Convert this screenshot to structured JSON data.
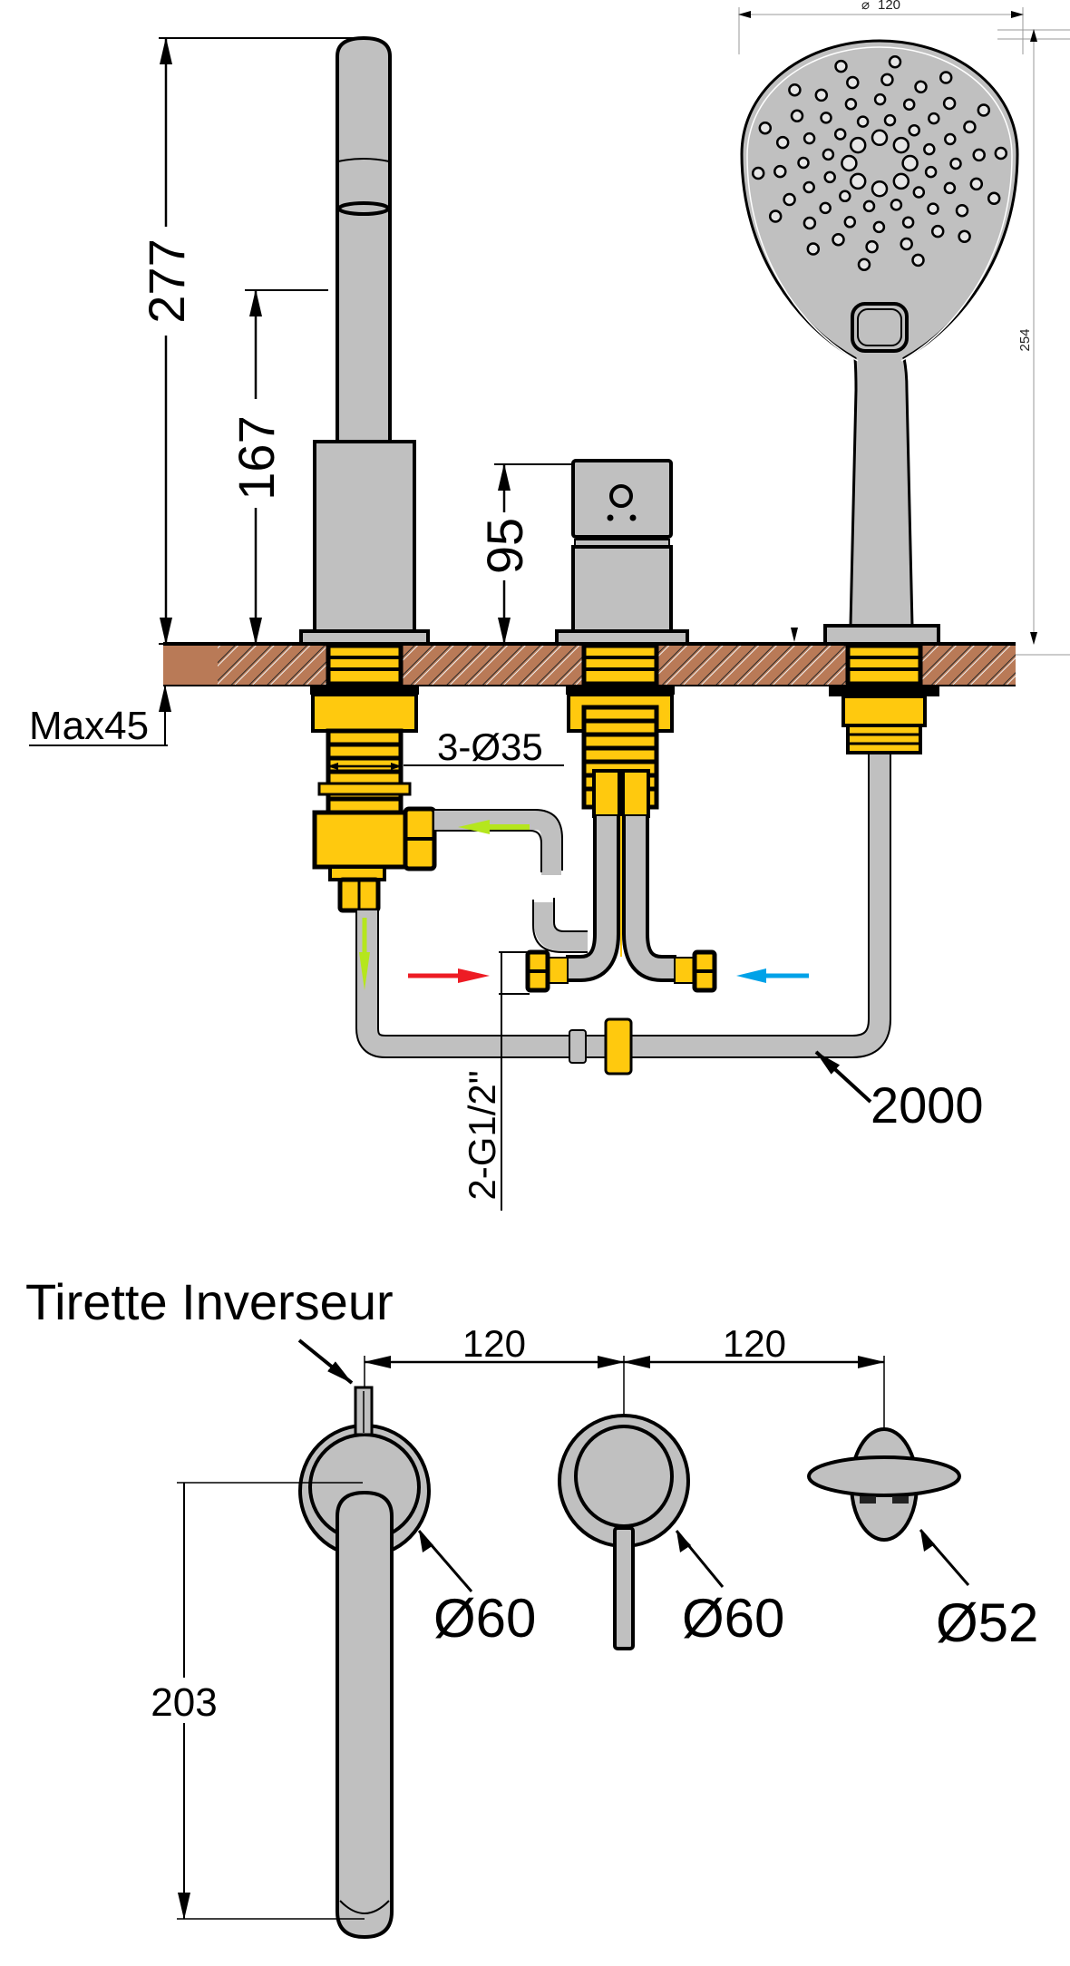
{
  "title": "Mitigeur bain-douche 3 trous - plan technique",
  "colors": {
    "chrome": "#c0c0c0",
    "brass": "#ffc90e",
    "deck": "#b97a57",
    "hot": "#ed1c24",
    "cold": "#00a2e8",
    "flow": "#b5e61d",
    "outline": "#000000"
  },
  "side_view": {
    "spout_height": "277",
    "spout_outlet_height": "167",
    "valve_height": "95",
    "shower_width": "120",
    "shower_width_prefix": "⌀",
    "shower_length": "254",
    "deck_thickness": "Max45",
    "hole_diameter": "3-Ø35",
    "inlet_thread": "2-G1/2\"",
    "hose_length": "2000",
    "arrows": {
      "hot_inlet": "hot-water-arrow",
      "cold_inlet": "cold-water-arrow",
      "mixed_flow": "mixed-flow-arrow"
    }
  },
  "top_view": {
    "diverter_label": "Tirette Inverseur",
    "spacing_1": "120",
    "spacing_2": "120",
    "spout_rosette": "Ø60",
    "valve_rosette": "Ø60",
    "shower_rosette": "Ø52",
    "spout_reach": "203"
  }
}
